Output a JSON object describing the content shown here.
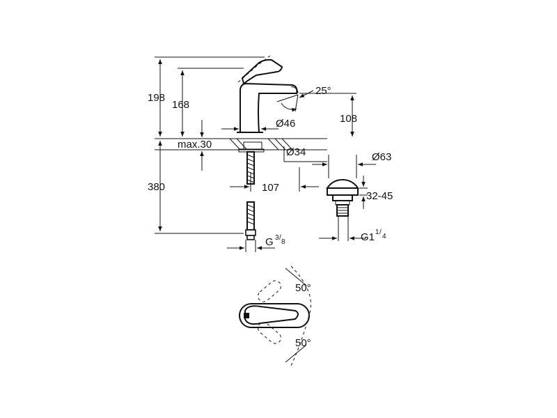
{
  "dimensions": {
    "h198": "198",
    "h168": "168",
    "angle_spout": "25°",
    "h108": "108",
    "d46": "Ø46",
    "max30": "max.30",
    "d34": "Ø34",
    "h380": "380",
    "w107": "107",
    "d63": "Ø63",
    "r32_45": "32-45",
    "g3_8_main": "G",
    "g3_8_num": "3",
    "g3_8_den": "8",
    "g1_1_4_main": "G1",
    "g1_1_4_num": "1",
    "g1_1_4_den": "4",
    "angle_top": "50°",
    "angle_bottom": "50°"
  },
  "colors": {
    "line": "#111111",
    "background": "#ffffff"
  }
}
